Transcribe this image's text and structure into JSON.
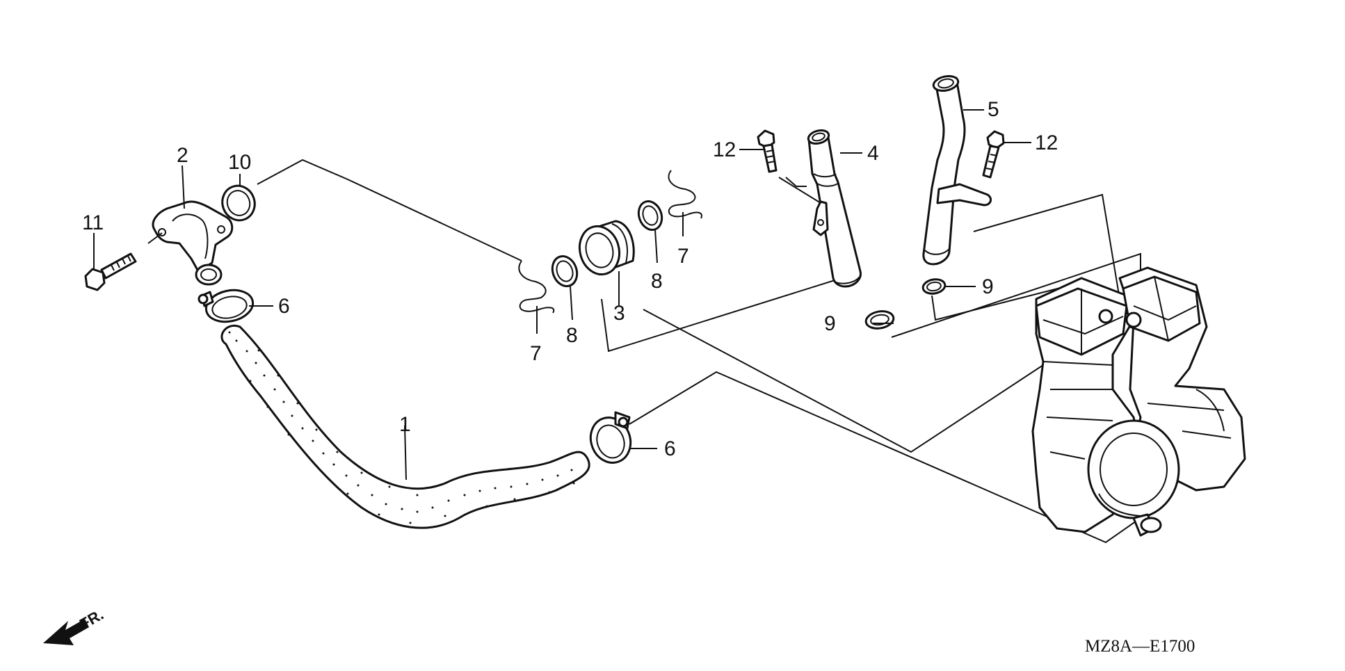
{
  "callouts": {
    "c1": "1",
    "c2": "2",
    "c3": "3",
    "c4": "4",
    "c5": "5",
    "c6a": "6",
    "c6b": "6",
    "c7a": "7",
    "c7b": "7",
    "c8a": "8",
    "c8b": "8",
    "c9a": "9",
    "c9b": "9",
    "c10": "10",
    "c11": "11",
    "c12a": "12",
    "c12b": "12"
  },
  "front_arrow_label": "FR.",
  "diagram_code": "MZ8A—E1700"
}
